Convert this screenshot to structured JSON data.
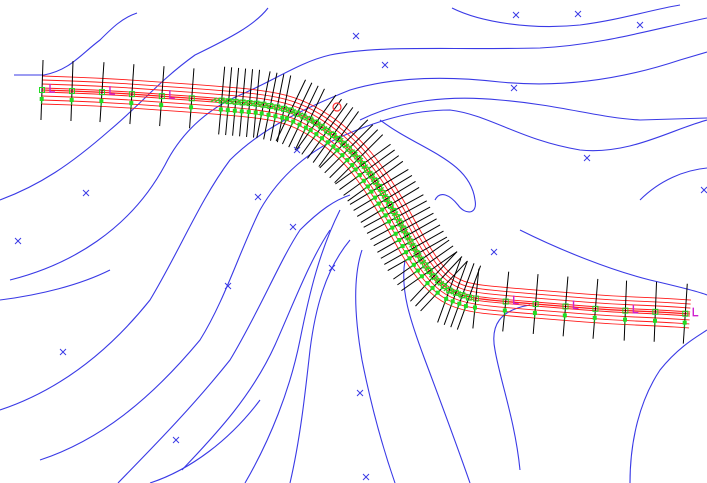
{
  "view": {
    "background": "#ffffff",
    "colors": {
      "contour": "#3a3ae6",
      "spot": "#3a3ae6",
      "road_edges": "#ff1a1a",
      "centerline": "#ff1a1a",
      "sections": "#000000",
      "section_accent": "#1a9a1a",
      "station_marks": "#22dd22",
      "profile_marks": "#d020d0",
      "marker": "#ff3333"
    },
    "icons": {
      "spot": "x-mark-glyph",
      "marker": "circle-marker"
    }
  },
  "drawing": {
    "layers": [
      "contour-lines",
      "road-alignment",
      "cross-sections",
      "spot-elevations"
    ]
  }
}
